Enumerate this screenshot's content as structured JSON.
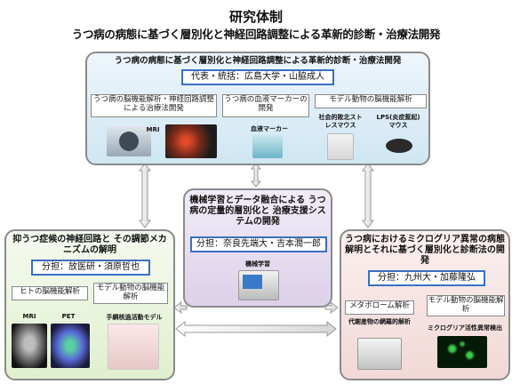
{
  "header": {
    "title": "研究体制",
    "subtitle": "うつ病の病態に基づく層別化と神経回路調整による革新的診断・治療法開発"
  },
  "top_panel": {
    "title": "うつ病の病態に基づく層別化と神経回路調整による革新的診断・治療法開発",
    "lead": "代表・統括：広島大学・山脇成人",
    "sub1": "うつ病の脳機能解析・神経回路調整による治療法開発",
    "sub2": "うつ病の血液マーカーの開発",
    "sub3": "モデル動物の脳機能解析",
    "cap_mri": "MRI",
    "cap_blood": "血液マーカー",
    "cap_stress": "社会的敗北ストレスマウス",
    "cap_lps": "LPS(炎症惹起)マウス"
  },
  "left_panel": {
    "title": "抑うつ症候の神経回路と その調節メカニズムの解明",
    "lead": "分担：放医研・須原哲也",
    "sub1": "ヒトの脳機能解析",
    "sub2": "モデル動物の脳機能解析",
    "cap_mri": "MRI",
    "cap_pet": "PET",
    "cap_model": "手綱核過活動モデル"
  },
  "center_panel": {
    "title": "機械学習とデータ融合による うつ病の定量的層別化と 治療支援システムの開発",
    "lead": "分担：奈良先端大・吉本潤一郎",
    "cap_ml": "機械学習"
  },
  "right_panel": {
    "title": "うつ病におけるミクログリア異常の病態解明とそれに基づく層別化と診断法の開発",
    "lead": "分担：九州大・加藤隆弘",
    "sub1": "メタボローム解析",
    "sub2": "モデル動物の脳機能解析",
    "cap_metab": "代謝産物の網羅的解析",
    "cap_micro": "ミクログリア活性異常検出"
  },
  "colors": {
    "lead_border": "#3b6fc0",
    "arrow": "#9a9a9a"
  }
}
